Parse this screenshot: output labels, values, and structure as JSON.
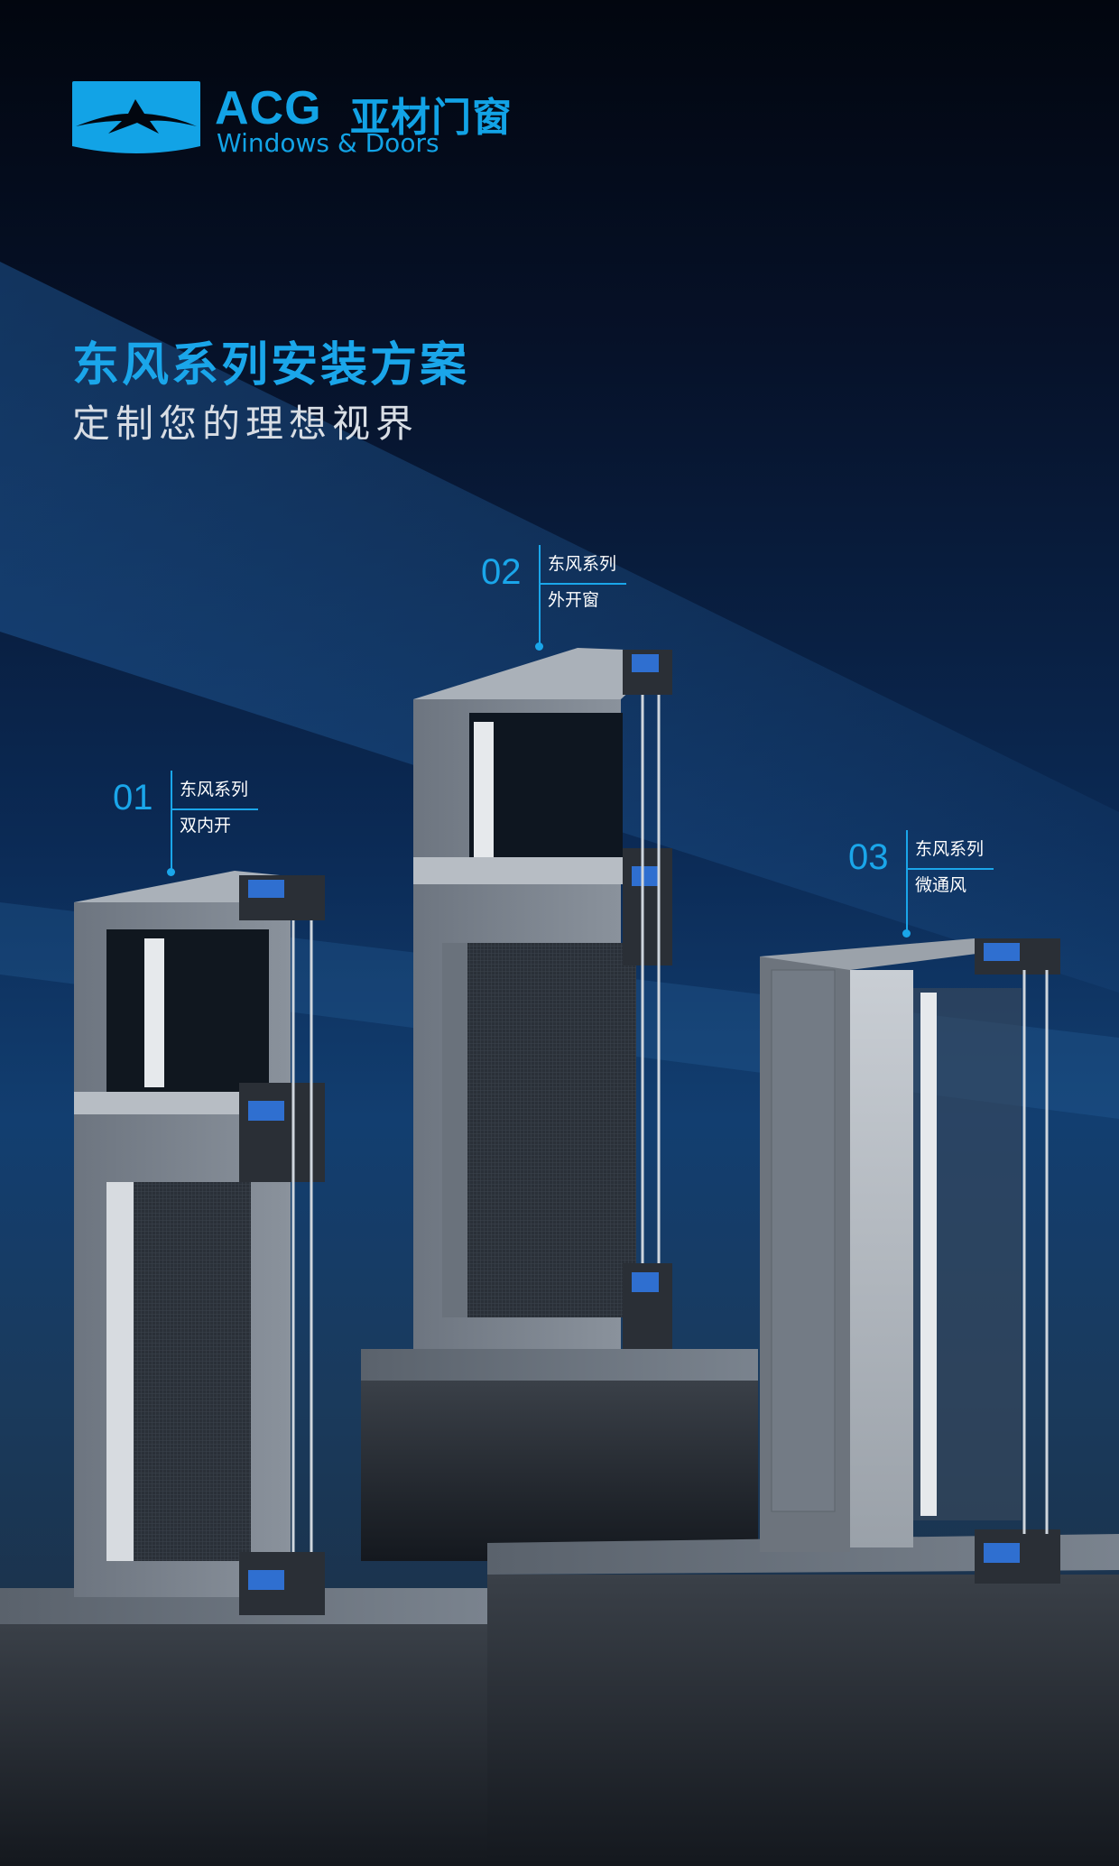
{
  "brand": {
    "name_latin": "ACG",
    "name_cn": "亚材门窗",
    "tagline": "Windows & Doors",
    "color": "#12a3e6"
  },
  "headline": {
    "title": "东风系列安装方案",
    "subtitle": "定制您的理想视界"
  },
  "products": [
    {
      "number": "01",
      "series": "东风系列",
      "type": "双内开"
    },
    {
      "number": "02",
      "series": "东风系列",
      "type": "外开窗"
    },
    {
      "number": "03",
      "series": "东风系列",
      "type": "微通风"
    }
  ]
}
